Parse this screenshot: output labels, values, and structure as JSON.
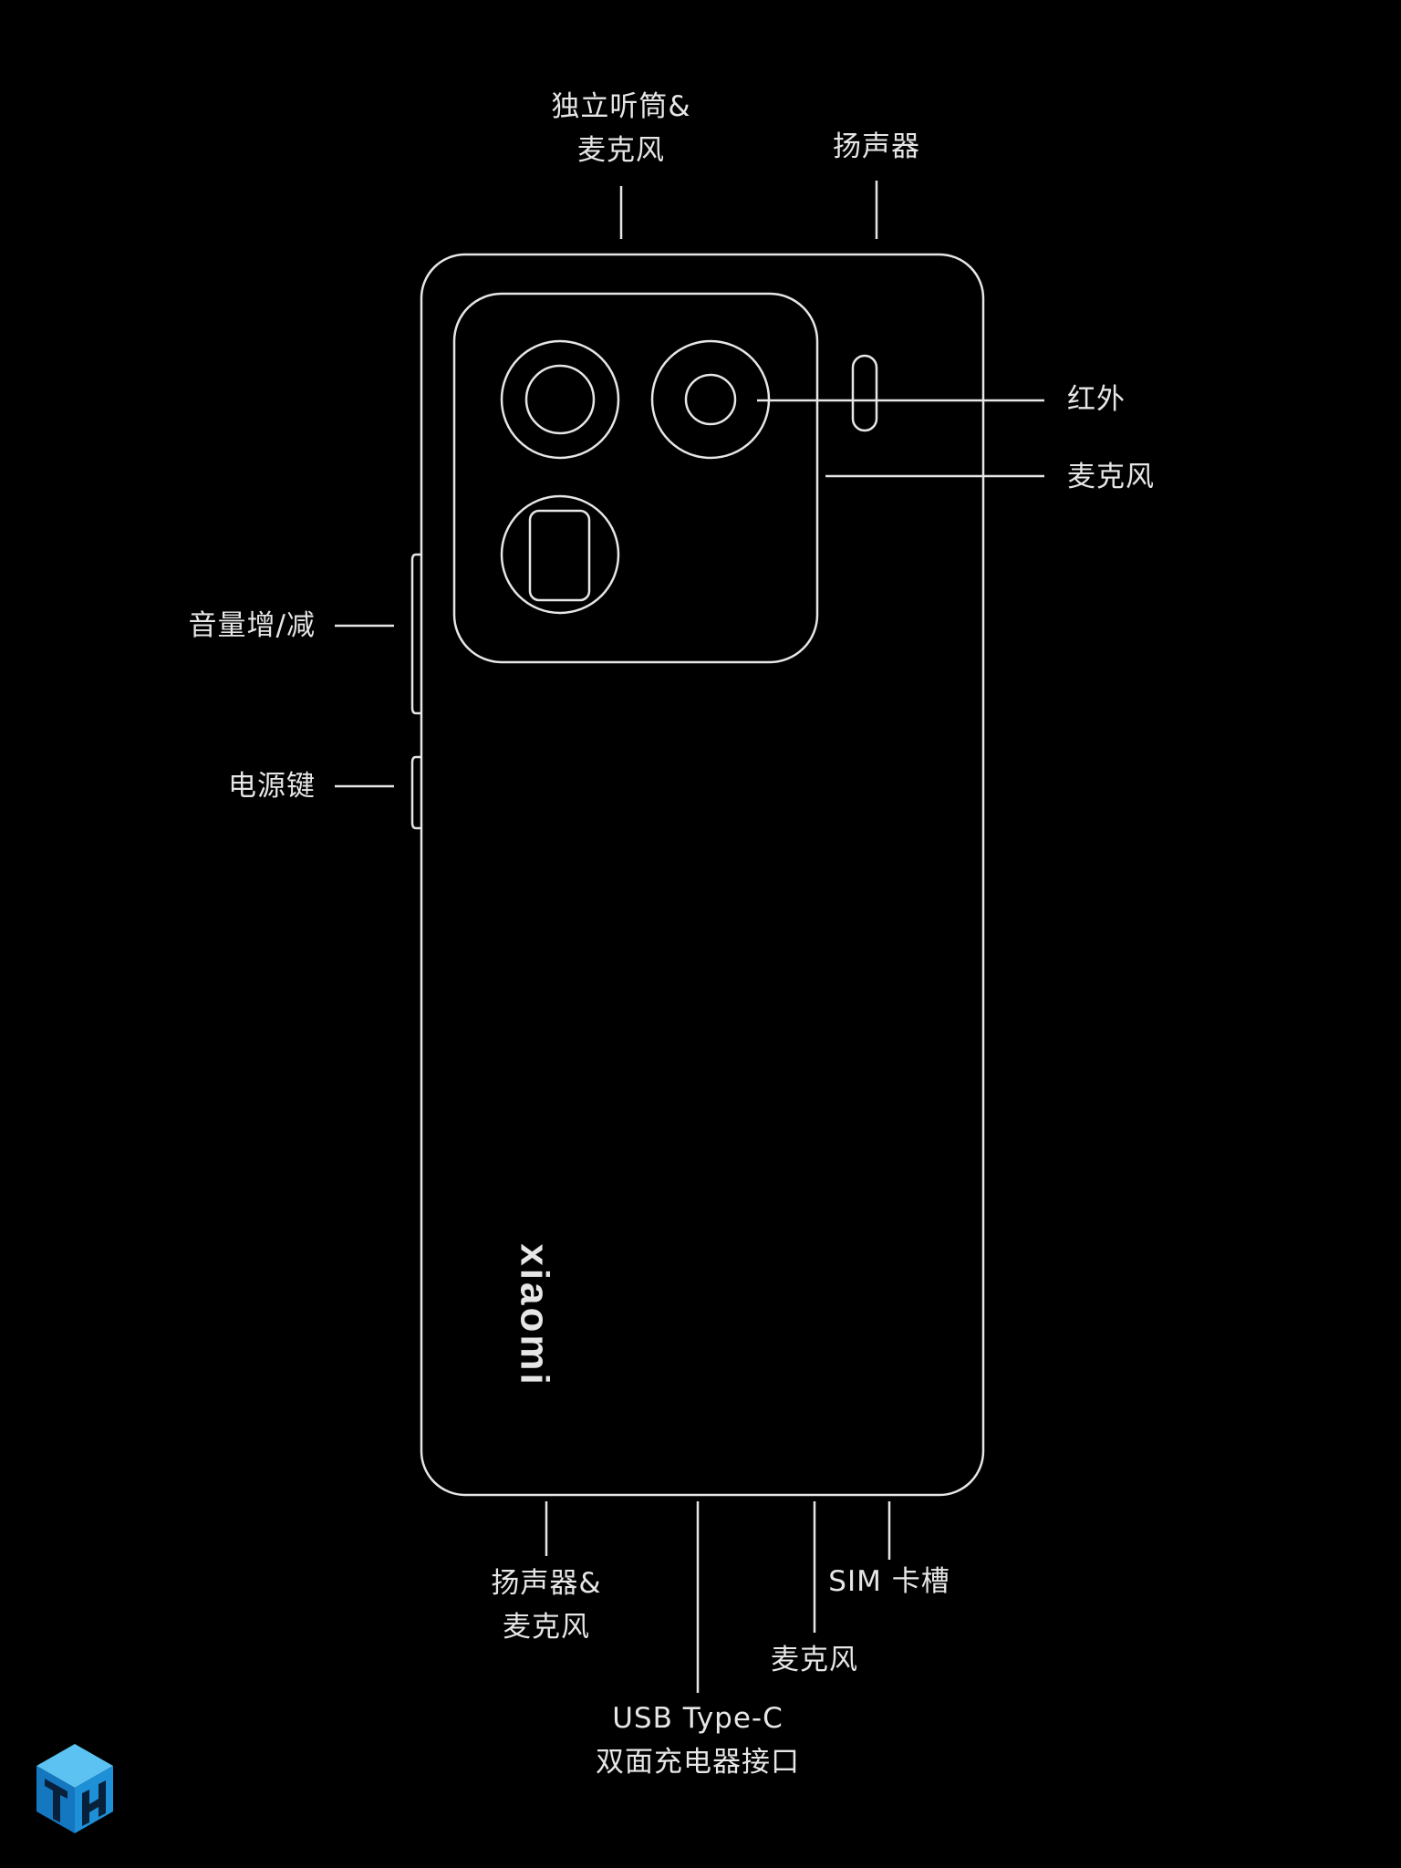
{
  "diagram": {
    "brand_text": "xiaomi",
    "labels": {
      "top_earpiece_line1": "独立听筒&",
      "top_earpiece_line2": "麦克风",
      "top_speaker": "扬声器",
      "infrared": "红外",
      "right_mic": "麦克风",
      "volume": "音量增/减",
      "power": "电源键",
      "bottom_speaker_line1": "扬声器&",
      "bottom_speaker_line2": "麦克风",
      "bottom_usb_line1": "USB Type-C",
      "bottom_usb_line2": "双面充电器接口",
      "bottom_mic": "麦克风",
      "sim": "SIM 卡槽"
    }
  },
  "colors": {
    "background": "#000000",
    "line": "#e6e6e6",
    "logo_blue": "#1e90d8"
  },
  "logo": {
    "name": "TH-cube-logo",
    "letters": "TH"
  }
}
